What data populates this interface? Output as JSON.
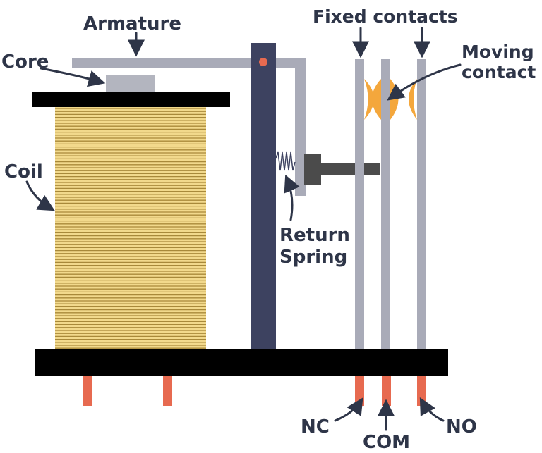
{
  "labels": {
    "armature": "Armature",
    "core": "Core",
    "coil": "Coil",
    "fixed_contacts": "Fixed contacts",
    "moving_contact_line1": "Moving",
    "moving_contact_line2": "contact",
    "return_spring_line1": "Return",
    "return_spring_line2": "Spring",
    "nc": "NC",
    "com": "COM",
    "no": "NO"
  },
  "colors": {
    "label_text": "#2e3548",
    "base": "#000000",
    "coil_fill": "#f2d98c",
    "coil_lines": "#a8893a",
    "yoke": "#3d4260",
    "armature": "#a9abb8",
    "core": "#b3b5bf",
    "contact_blade": "#a9abb8",
    "contact_tip": "#f4a73c",
    "pins": "#e76a50",
    "pivot": "#e76a50",
    "pusher": "#4b4b4b"
  },
  "icons": {
    "pointer": "arrow-icon"
  }
}
